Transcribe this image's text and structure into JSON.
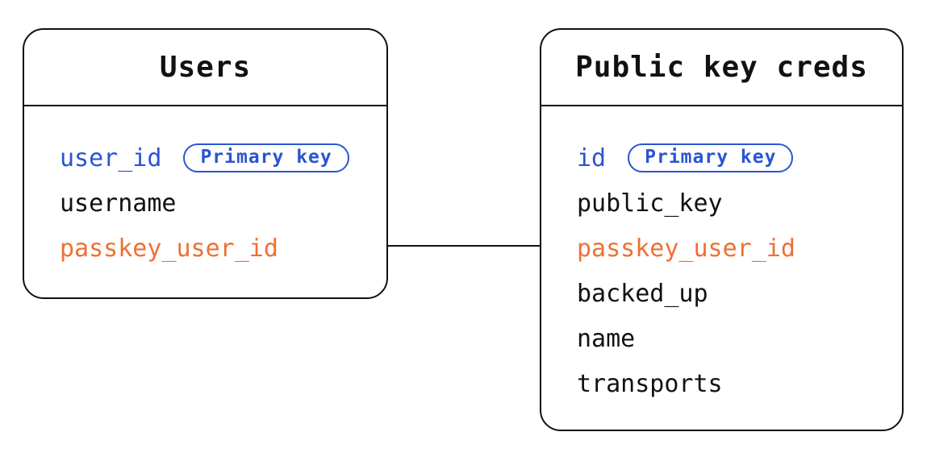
{
  "diagram": {
    "background": "#ffffff",
    "colors": {
      "primary_key_blue": "#2b55d2",
      "linked_field_orange": "#ee7033",
      "text_and_border_black": "#111111"
    },
    "tables": [
      {
        "title": "Users",
        "fields": [
          {
            "name": "user_id",
            "badge": "Primary key"
          },
          {
            "name": "username"
          },
          {
            "name": "passkey_user_id"
          }
        ]
      },
      {
        "title": "Public key creds",
        "fields": [
          {
            "name": "id",
            "badge": "Primary key"
          },
          {
            "name": "public_key"
          },
          {
            "name": "passkey_user_id"
          },
          {
            "name": "backed_up"
          },
          {
            "name": "name"
          },
          {
            "name": "transports"
          }
        ]
      }
    ],
    "relationship": {
      "from_table": "Users",
      "from_field": "passkey_user_id",
      "to_table": "Public key creds",
      "to_field": "passkey_user_id"
    }
  }
}
